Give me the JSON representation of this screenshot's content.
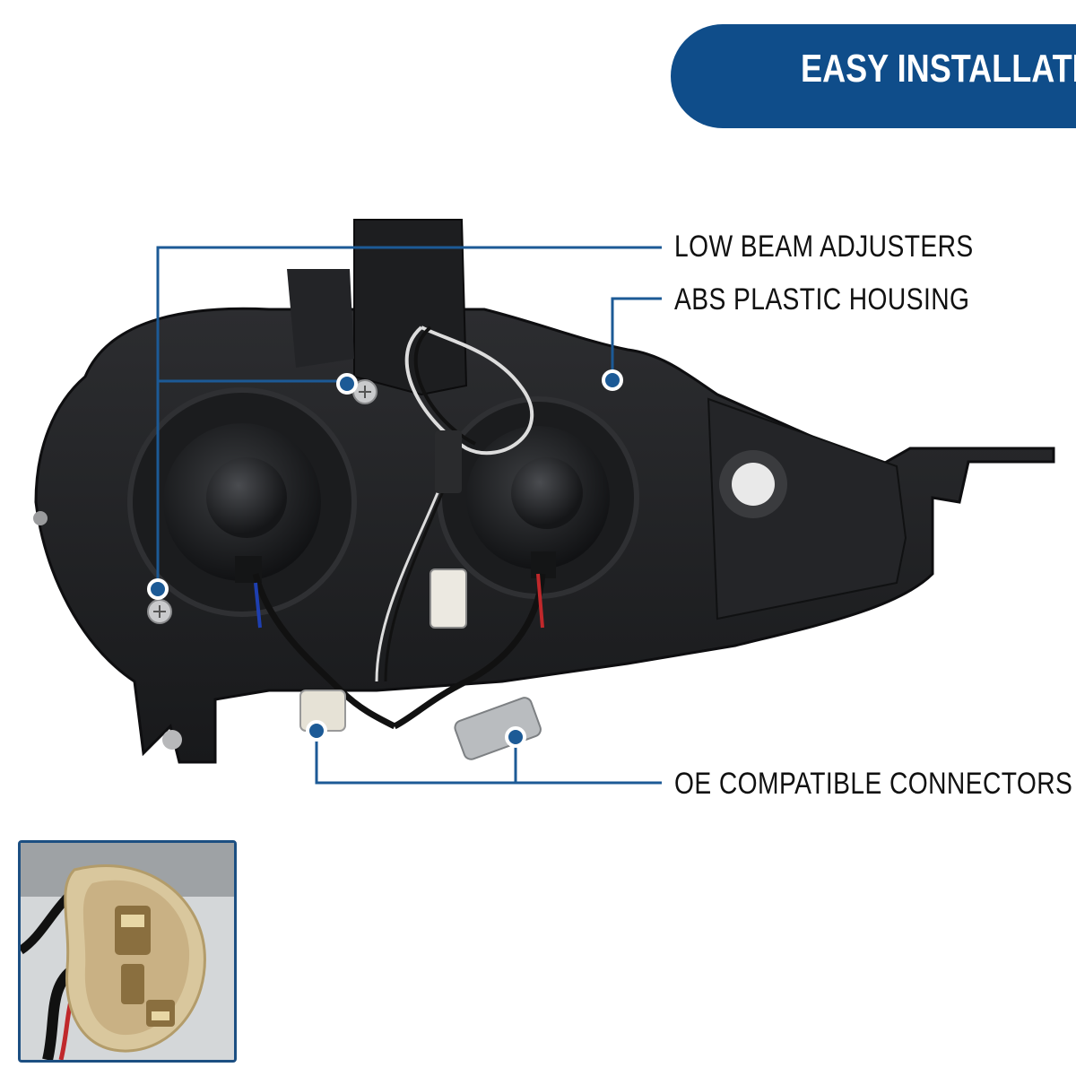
{
  "banner": {
    "title": "EASY INSTALLATION"
  },
  "callouts": {
    "low_beam_adjusters": "LOW BEAM ADJUSTERS",
    "abs_plastic_housing": "ABS PLASTIC HOUSING",
    "oe_compatible_connectors": "OE COMPATIBLE CONNECTORS"
  },
  "colors": {
    "brand_blue": "#0f4d8a",
    "callout_line": "#1c5a96",
    "housing_black": "#1f2022"
  }
}
